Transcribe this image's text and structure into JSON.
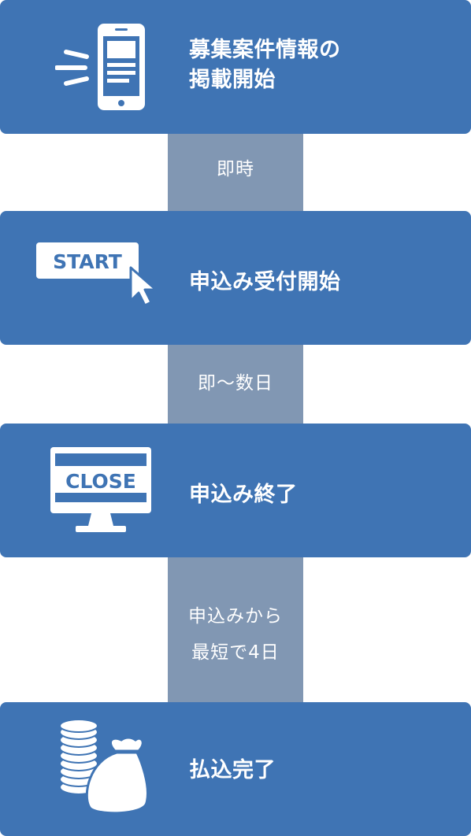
{
  "colors": {
    "step_bg": "#3f74b4",
    "connector_bg": "#8197b3",
    "icon": "#ffffff"
  },
  "steps": [
    {
      "title": "募集案件情報の\n掲載開始",
      "icon": "smartphone-notification-icon"
    },
    {
      "title": "申込み受付開始",
      "icon": "start-button-cursor-icon",
      "icon_text": "START"
    },
    {
      "title": "申込み終了",
      "icon": "monitor-close-icon",
      "icon_text": "CLOSE"
    },
    {
      "title": "払込完了",
      "icon": "coins-money-bag-icon"
    }
  ],
  "connectors": [
    {
      "label": "即時"
    },
    {
      "label": "即～数日"
    },
    {
      "label": "申込みから\n最短で4日"
    }
  ]
}
